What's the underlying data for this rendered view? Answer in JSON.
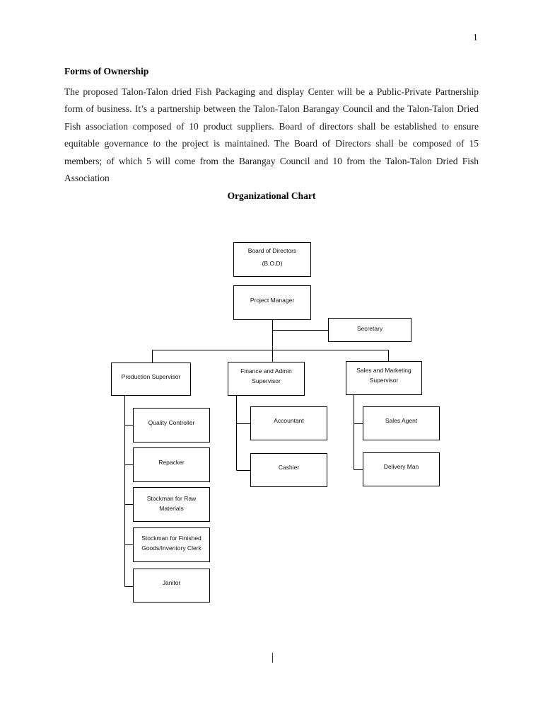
{
  "page_number": "1",
  "section": {
    "heading": "Forms of Ownership",
    "paragraph_lines": [
      "The proposed Talon-Talon dried Fish Packaging and display Center will be a Public-Private Partnership",
      "form of business. It’s a partnership between the Talon-Talon Barangay Council and the Talon-Talon Dried",
      "Fish association composed of 10 product suppliers. Board of directors shall be established to ensure",
      "equitable governance to the project is maintained. The Board of Directors shall be composed of 15",
      "members; of which 5 will come from the Barangay Council and 10 from the Talon-Talon Dried Fish",
      "Association"
    ]
  },
  "org_chart": {
    "title": "Organizational Chart",
    "board": [
      "Board of Directors",
      "(B.O.D)"
    ],
    "project_manager": [
      "Project Manager"
    ],
    "secretary": [
      "Secretary"
    ],
    "production_supervisor": {
      "label": [
        "Production Supervisor"
      ],
      "staff": [
        [
          "Quality Controller"
        ],
        [
          "Repacker"
        ],
        [
          "Stockman for Raw",
          "Materials"
        ],
        [
          "Stockman for Finished",
          "Goods/Inventory Clerk"
        ],
        [
          "Janitor"
        ]
      ]
    },
    "finance_supervisor": {
      "label": [
        "Finance and Admin",
        "Supervisor"
      ],
      "staff": [
        [
          "Accountant"
        ],
        [
          "Cashier"
        ]
      ]
    },
    "sales_supervisor": {
      "label": [
        "Sales and Marketing",
        "Supervisor"
      ],
      "staff": [
        [
          "Sales Agent"
        ],
        [
          "Delivery Man"
        ]
      ]
    }
  }
}
